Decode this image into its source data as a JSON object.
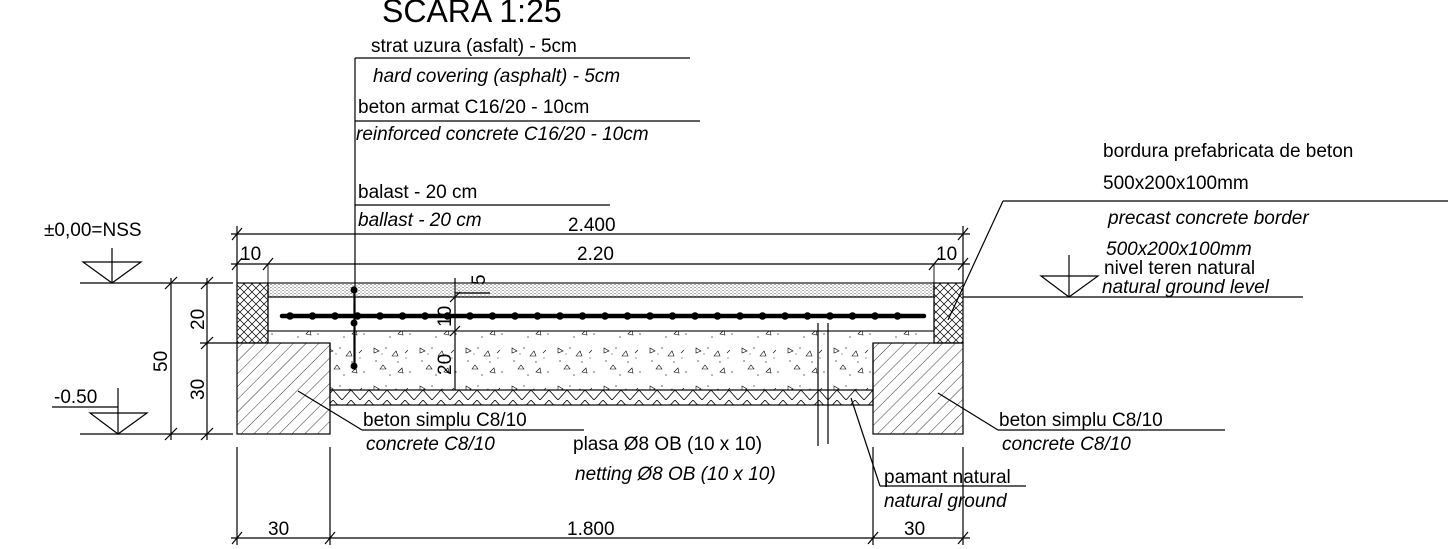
{
  "title": "SCARA 1:25",
  "layers": {
    "wear_ro": "strat uzura (asfalt) - 5cm",
    "wear_en": "hard covering (asphalt) - 5cm",
    "concrete_ro": "beton armat C16/20 - 10cm",
    "concrete_en": "reinforced concrete C16/20 - 10cm",
    "ballast_ro": "balast - 20 cm",
    "ballast_en": "ballast - 20 cm"
  },
  "border": {
    "ro_line1": "bordura prefabricata de beton",
    "ro_line2": "500x200x100mm",
    "en_line1": "precast concrete border",
    "en_line2": "500x200x100mm"
  },
  "levels": {
    "nss": "±0,00=NSS",
    "minus": "-0.50",
    "ground_ro": "nivel teren natural",
    "ground_en": "natural ground level"
  },
  "dimensions": {
    "total_width": "2.400",
    "inner_width": "2.20",
    "left_border": "10",
    "right_border": "10",
    "asphalt": "5",
    "rc_slab": "10",
    "ballast": "20",
    "border_height": "20",
    "foundation_height": "30",
    "total_height": "50",
    "found_left": "30",
    "found_mid": "1.800",
    "found_right": "30"
  },
  "labels": {
    "plain_left_ro": "beton simplu C8/10",
    "plain_left_en": "concrete  C8/10",
    "plain_right_ro": "beton simplu C8/10",
    "plain_right_en": "concrete  C8/10",
    "mesh_ro": "plasa Ø8 OB (10 x 10)",
    "mesh_en": "netting Ø8 OB (10 x 10)",
    "soil_ro": "pamant natural",
    "soil_en": "natural ground"
  }
}
